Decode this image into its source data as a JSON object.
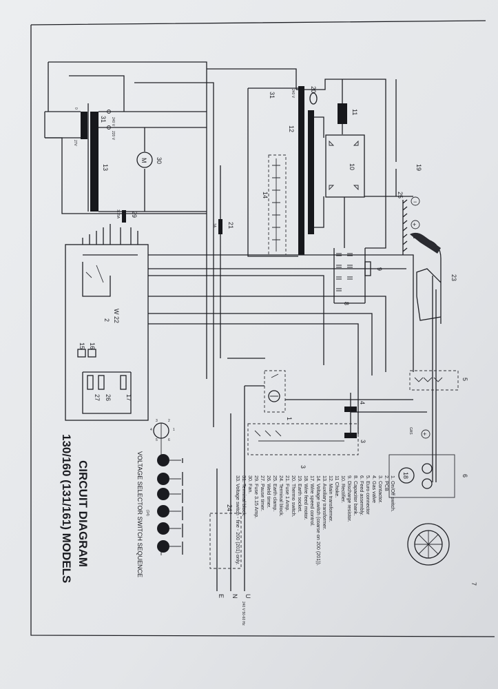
{
  "title": {
    "line1": "CIRCUIT DIAGRAM",
    "line2": "130/160 (131/161) MODELS"
  },
  "voltage_selector": {
    "caption": "VOLTAGE SELECTOR SWITCH SEQUENCE",
    "positions": [
      "1",
      "2",
      "3",
      "4",
      "5",
      "6"
    ],
    "ref": "(14)"
  },
  "supply": {
    "U": "U",
    "N": "N",
    "E": "E",
    "rating": "240 V 50-60 Hz"
  },
  "transformer_taps": {
    "t240": "240 V",
    "t220": "220 V",
    "t27": "27V",
    "t0": "0",
    "main_240": "240 V"
  },
  "polarity": {
    "minus": "−",
    "plus": "+"
  },
  "gas_label": "GAS",
  "pcb_label": "W 22",
  "fuse29_rating": "3.15A",
  "fuse21_rating": "1A",
  "components": {
    "c1": "1",
    "c2": "2",
    "c3": "3",
    "c4": "4",
    "c5": "5",
    "c6": "6",
    "c7": "7",
    "c8": "8",
    "c9": "9",
    "c10": "10",
    "c11": "11",
    "c12": "12",
    "c13": "13",
    "c14": "14",
    "c15": "15",
    "c16": "16",
    "c17": "17",
    "c18": "18",
    "c19": "19",
    "c20": "20",
    "c21": "21",
    "c23": "23",
    "c24": "24",
    "c25": "25",
    "c26": "26",
    "c27": "27",
    "c29": "29",
    "c30": "30",
    "c31": "31",
    "c31b": "31",
    "fan": "M"
  },
  "legend": [
    "1. On/Off switch.",
    "2. PCB",
    "3. Contactor.",
    "4. Gas valve",
    "5. Euro connector",
    "6. Feed assembly.",
    "8. Capacitor bank.",
    "9. Discharge resistor.",
    "10. Rectifier.",
    "11 Choke.",
    "12. Main transformer.",
    "13. Auxiliary transformer.",
    "14. Voltage switch (coarse on 200 (201)).",
    "17. Wire speed control.",
    "18. Wire feed motor.",
    "19. Earth socket.",
    "20. Thermo switch.",
    "21. Fuse 1 Amp.",
    "24. Terminal block.",
    "25. Earth clamp.",
    "26. Weld timer.",
    "27. Pause timer.",
    "29. Fuse 3.15 Amp.",
    "30. Fan.",
    "31. Terminal block.",
    "33. Voltage switch - fine - 200 (201) only."
  ],
  "colors": {
    "paper": "#e6e8ea",
    "ink": "#1e1f24"
  }
}
